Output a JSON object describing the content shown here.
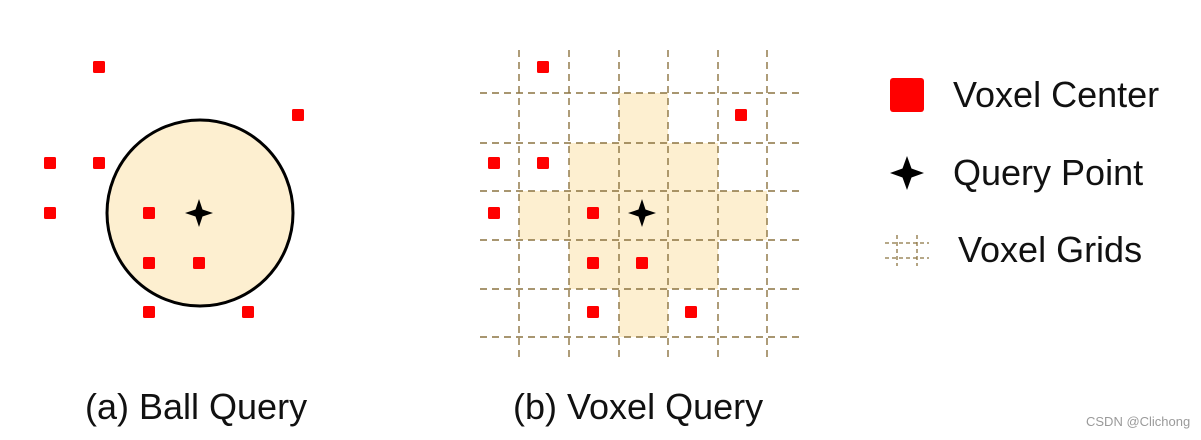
{
  "colors": {
    "voxel_center": "#ff0000",
    "fill": "#fdefd0",
    "grid_line": "#8b7340",
    "star": "#000000",
    "circle_stroke": "#000000"
  },
  "icons": {
    "voxel_center": "red-square-icon",
    "query_point": "four-point-star-icon",
    "voxel_grids": "dashed-grid-icon"
  },
  "panel_a": {
    "caption": "(a) Ball Query"
  },
  "panel_b": {
    "caption": "(b) Voxel Query"
  },
  "legend": {
    "voxel_center": "Voxel Center",
    "query_point": "Query Point",
    "voxel_grids": "Voxel Grids"
  },
  "watermark": "CSDN @Clichong"
}
